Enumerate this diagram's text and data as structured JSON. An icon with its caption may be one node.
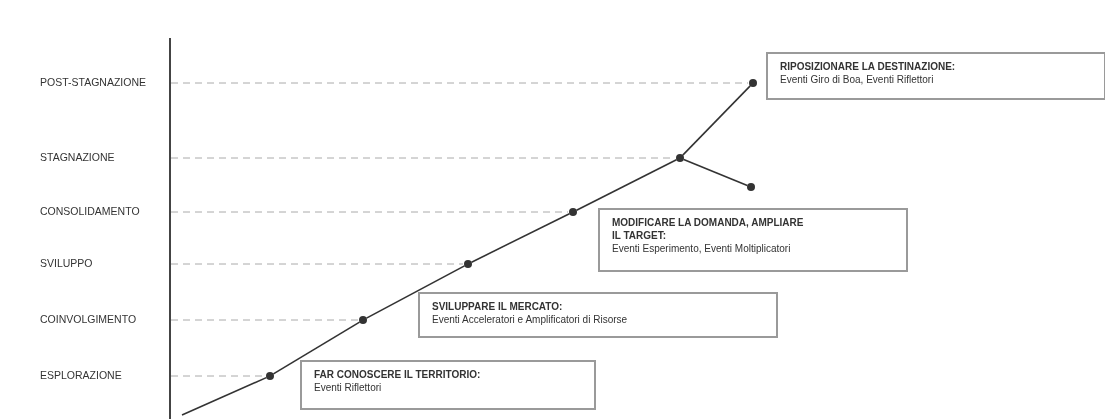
{
  "diagram": {
    "nodes": [
      {
        "text": [
          "RIPOSIZIONARE LA DESTINAZIONE:",
          "Eventi Giro di Boa, Eventi Riflettori"
        ]
      },
      {
        "text": [
          "MODIFICARE LA DOMANDA, AMPLIARE IL TARGET:",
          "Eventi Esperimento, Eventi Moltiplicatori"
        ]
      },
      {
        "text": [
          "SVILUPPARE IL MERCATO:",
          "Eventi Acceleratori e Amplificatori di Risorse"
        ]
      },
      {
        "text": [
          "FAR CONOSCERE IL TERRITORIO:",
          "Eventi Riflettori"
        ]
      },
      {
        "text": [],
        "shape": "circle"
      },
      {
        "text": [],
        "shape": "circle"
      },
      {
        "text": [],
        "shape": "circle"
      },
      {
        "text": [],
        "shape": "circle"
      },
      {
        "text": [],
        "shape": "circle"
      },
      {
        "text": [],
        "shape": "circle"
      },
      {
        "text": [],
        "shape": "circle"
      }
    ],
    "edges": [
      {
        "from": null,
        "to": 10,
        "arrow": "none"
      },
      {
        "from": 10,
        "to": 9,
        "arrow": "none"
      },
      {
        "from": 9,
        "to": 8,
        "arrow": "none"
      },
      {
        "from": 8,
        "to": 7,
        "arrow": "none"
      },
      {
        "from": 7,
        "to": 5,
        "arrow": "none"
      },
      {
        "from": 5,
        "to": 4,
        "arrow": "none"
      },
      {
        "from": 5,
        "to": 6,
        "arrow": "none"
      }
    ],
    "labels": [
      "POST-STAGNAZIONE",
      "STAGNAZIONE",
      "CONSOLIDAMENTO",
      "SVILUPPO",
      "COINVOLGIMENTO",
      "ESPLORAZIONE"
    ]
  }
}
